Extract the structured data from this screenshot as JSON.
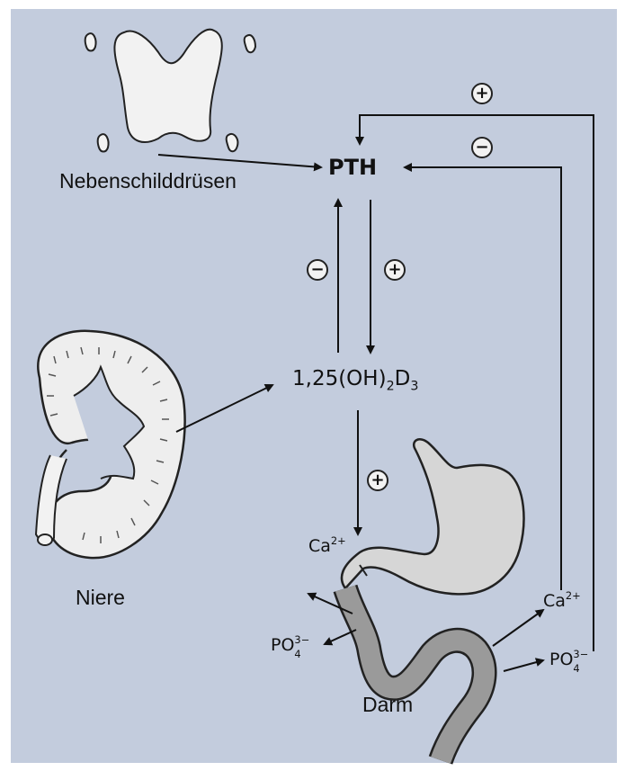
{
  "labels": {
    "parathyroid": "Nebenschilddrüsen",
    "kidney": "Niere",
    "intestine": "Darm",
    "pth": "PTH",
    "vitd_main": "1,25(OH)",
    "vitd_sub1": "2",
    "vitd_d": "D",
    "vitd_sub2": "3",
    "ca": "Ca",
    "ca_charge": "2+",
    "po": "PO",
    "po_charge": "3−",
    "po_sub": "4"
  },
  "signs": {
    "plus": "+",
    "minus": "−"
  },
  "colors": {
    "background": "#c3ccdd",
    "organ_fill": "#efefef",
    "stomach_fill": "#d8d8d8",
    "intestine_fill": "#9a9a9a",
    "line": "#111111"
  }
}
